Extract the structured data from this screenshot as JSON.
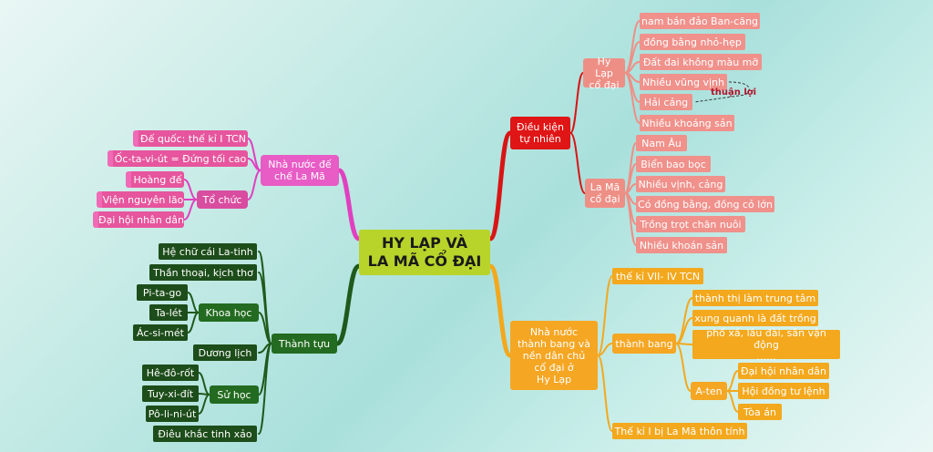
{
  "center": {
    "line1": "HY LẠP VÀ",
    "line2": "LA MÃ CỔ ĐẠI"
  },
  "left_top": {
    "branch": {
      "line1": "Nhà nước đế",
      "line2": "chế La Mã"
    },
    "items": [
      "Đế quốc: thế kỉ I TCN",
      "Ốc-ta-vi-út = Đứng tối cao"
    ],
    "to_chuc": {
      "label": "Tổ chức",
      "items": [
        "Hoàng đế",
        "Viện nguyên lão",
        "Đại hội nhân dân"
      ]
    }
  },
  "left_bottom": {
    "branch": "Thành tựu",
    "items_top": [
      "Hệ chữ cái La-tinh",
      "Thần thoại, kịch thơ"
    ],
    "khoa_hoc": {
      "label": "Khoa học",
      "items": [
        "Pi-ta-go",
        "Ta-lét",
        "Ác-si-mét"
      ]
    },
    "duong_lich": "Dương lịch",
    "su_hoc": {
      "label": "Sử học",
      "items": [
        "Hê-đô-rốt",
        "Tuy-xi-đít",
        "Pô-li-ni-út"
      ]
    },
    "dieu_khac": "Điêu khắc tinh xảo"
  },
  "right_top": {
    "branch": {
      "line1": "Điều kiện",
      "line2": "tự nhiên"
    },
    "hy_lap": {
      "line1": "Hy Lạp",
      "line2": "cổ đại",
      "items": [
        "nam bán đảo Ban-căng",
        "đồng bằng nhỏ-hẹp",
        "Đất đai không màu mỡ",
        "Nhiều vũng vịnh",
        "Hải cảng",
        "Nhiều khoáng sản"
      ]
    },
    "annotation": "thuận lợi",
    "la_ma": {
      "line1": "La Mã",
      "line2": "cổ đại",
      "items": [
        "Nam Âu",
        "Biển bao bọc",
        "Nhiều vịnh, cảng",
        "Có đồng bằng, đồng cỏ lớn",
        "Trồng trọt chăn nuôi",
        "Nhiều khoán sản"
      ]
    }
  },
  "right_bottom": {
    "branch": {
      "line1": "Nhà nước",
      "line2": "thành bang và",
      "line3": "nền dân chủ",
      "line4": "cổ đại ở",
      "line5": "Hy Lạp"
    },
    "the_ki": "thế kỉ VII- IV TCN",
    "thanh_bang": {
      "label": "thành bang",
      "items": [
        "thành thị làm trung tâm",
        "xung quanh là đất trồng"
      ],
      "item3": {
        "line1": "phố xá, lâu đài, sân vận động",
        "line2": "......"
      }
    },
    "a_ten": {
      "label": "A-ten",
      "items": [
        "Đại hội nhân dân",
        "Hội đồng tư lệnh",
        "Tòa án"
      ]
    },
    "the_ki_end": "Thế kỉ I bị La Mã thôn tính"
  },
  "colors": {
    "magenta": "#e040c0",
    "green": "#1f5a1c",
    "red": "#d81515",
    "orange": "#f3a81d",
    "salmon": "#ee8f86",
    "lime": "#b8d42a"
  }
}
